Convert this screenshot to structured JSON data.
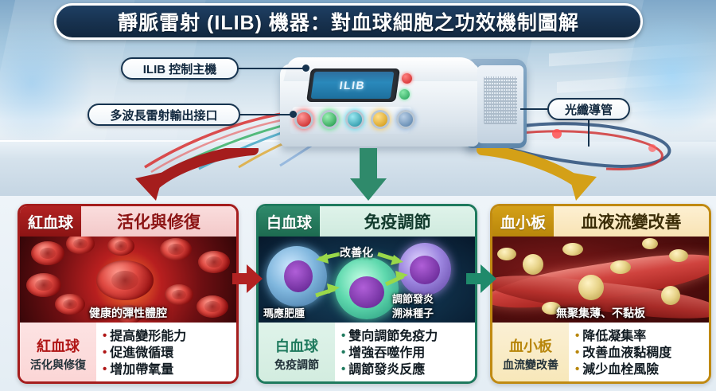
{
  "title": "靜脈雷射 (ILIB) 機器：對血球細胞之功效機制圖解",
  "device": {
    "screen_label": "ILIB",
    "callouts": [
      {
        "name": "control-unit",
        "label": "ILIB 控制主機"
      },
      {
        "name": "laser-output-port",
        "label": "多波長雷射輸出接口"
      },
      {
        "name": "fiber-catheter",
        "label": "光纖導管"
      }
    ],
    "port_colors": [
      "#c21414",
      "#15913f",
      "#17899c",
      "#cf9208",
      "#4f7aa6"
    ],
    "indicator_colors": {
      "stop": "#cc2222",
      "power": "#1f9e56"
    }
  },
  "flow_arrows": [
    {
      "name": "arrow-to-red-panel",
      "color": "#a51d1d"
    },
    {
      "name": "arrow-to-green-panel",
      "color": "#2f8a6b"
    },
    {
      "name": "arrow-to-gold-panel",
      "color": "#d4a017"
    }
  ],
  "connector_arrows": [
    {
      "name": "connector-red-to-green",
      "color": "#b22222"
    },
    {
      "name": "connector-green-to-gold",
      "color": "#1f8a6b"
    }
  ],
  "panels": [
    {
      "key": "red",
      "tag": "紅血球",
      "subtitle": "活化與修復",
      "accent": "#a51d1d",
      "image_caption": "健康的彈性體腔",
      "side_title": "紅血球",
      "side_subtitle": "活化與修復",
      "bullets": [
        "提高變形能力",
        "促進微循環",
        "增加帶氧量"
      ]
    },
    {
      "key": "green",
      "tag": "白血球",
      "subtitle": "免疫調節",
      "accent": "#1f7a5e",
      "image_caption": "",
      "inner_labels": {
        "center_top": "改善化",
        "left": "瑪應肥腫",
        "right_line1": "調節發炎",
        "right_line2": "溯淋種子"
      },
      "side_title": "白血球",
      "side_subtitle": "免疫調節",
      "bullets": [
        "雙向調節免疫力",
        "增強吞噬作用",
        "調節發炎反應"
      ]
    },
    {
      "key": "gold",
      "tag": "血小板",
      "subtitle": "血液流變改善",
      "accent": "#c08a12",
      "image_caption": "無聚集薄、不黏板",
      "side_title": "血小板",
      "side_subtitle": "血流變改善",
      "bullets": [
        "降低凝集率",
        "改善血液黏稠度",
        "減少血栓風險"
      ]
    }
  ]
}
